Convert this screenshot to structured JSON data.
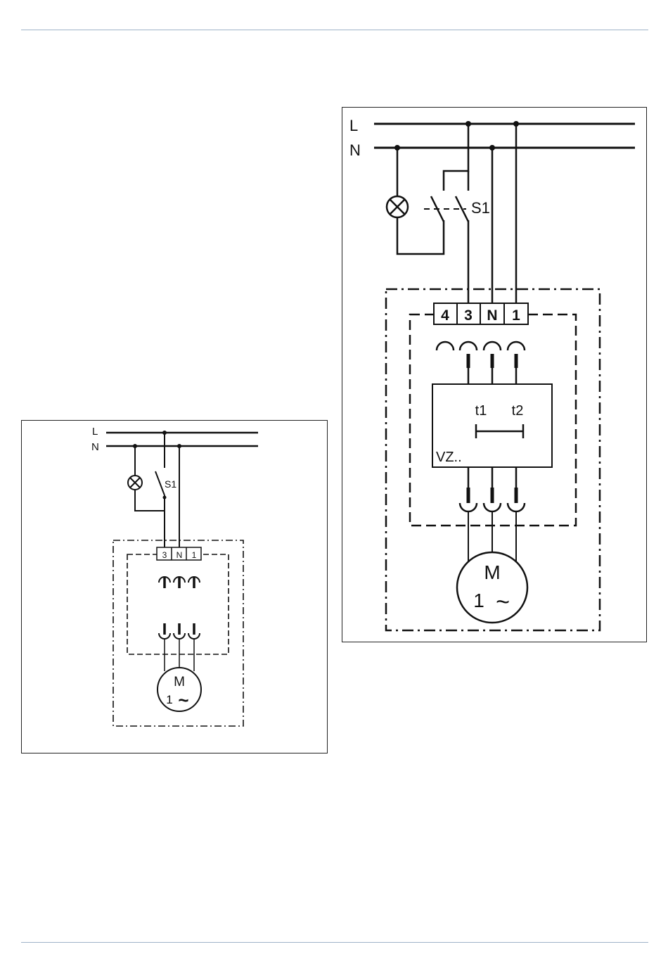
{
  "diagram_simple": {
    "line_label": "L",
    "neutral_label": "N",
    "switch_label": "S1",
    "terminals": [
      "3",
      "N",
      "1"
    ],
    "motor_label": "M",
    "motor_phase": "1",
    "motor_ac_symbol": "~"
  },
  "diagram_timer": {
    "line_label": "L",
    "neutral_label": "N",
    "switch_label": "S1",
    "terminals": [
      "4",
      "3",
      "N",
      "1"
    ],
    "timer_t1": "t1",
    "timer_t2": "t2",
    "timer_label": "VZ..",
    "motor_label": "M",
    "motor_phase": "1",
    "motor_ac_symbol": "~"
  }
}
